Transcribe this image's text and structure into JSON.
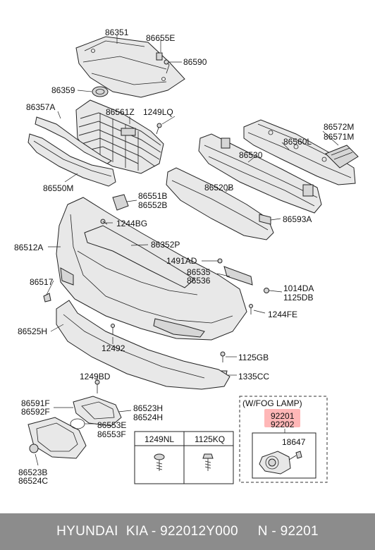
{
  "labels": {
    "p86351": "86351",
    "p86655E": "86655E",
    "p86590": "86590",
    "p86359": "86359",
    "p86357A": "86357A",
    "p86561Z": "86561Z",
    "p1249LQ": "1249LQ",
    "p86572M": "86572M",
    "p86571M": "86571M",
    "p86560L": "86560L",
    "p86530": "86530",
    "p86550M": "86550M",
    "p86520B": "86520B",
    "p86551B": "86551B",
    "p86552B": "86552B",
    "p86593A": "86593A",
    "p1244BG": "1244BG",
    "p86512A": "86512A",
    "p86352P": "86352P",
    "p1491AD": "1491AD",
    "p86535": "86535",
    "p86536": "86536",
    "p86517": "86517",
    "p1014DA": "1014DA",
    "p1125DB": "1125DB",
    "p1244FE": "1244FE",
    "p86525H": "86525H",
    "p12492": "12492",
    "p1125GB": "1125GB",
    "p1335CC": "1335CC",
    "p1249BD": "1249BD",
    "p86591F": "86591F",
    "p86592F": "86592F",
    "p86523H": "86523H",
    "p86524H": "86524H",
    "p86553E": "86553E",
    "p86553F": "86553F",
    "p86523B": "86523B",
    "p86524C": "86524C",
    "wfog": "(W/FOG LAMP)",
    "p92201": "92201",
    "p92202": "92202",
    "p18647": "18647",
    "t1249NL": "1249NL",
    "t1125KQ": "1125KQ"
  },
  "footer": {
    "text": "HYUNDAI  KIA - 922012Y000     N - 92201"
  },
  "colors": {
    "footer_bg": "#8c8c8c",
    "highlight": "#ff7b7b"
  }
}
